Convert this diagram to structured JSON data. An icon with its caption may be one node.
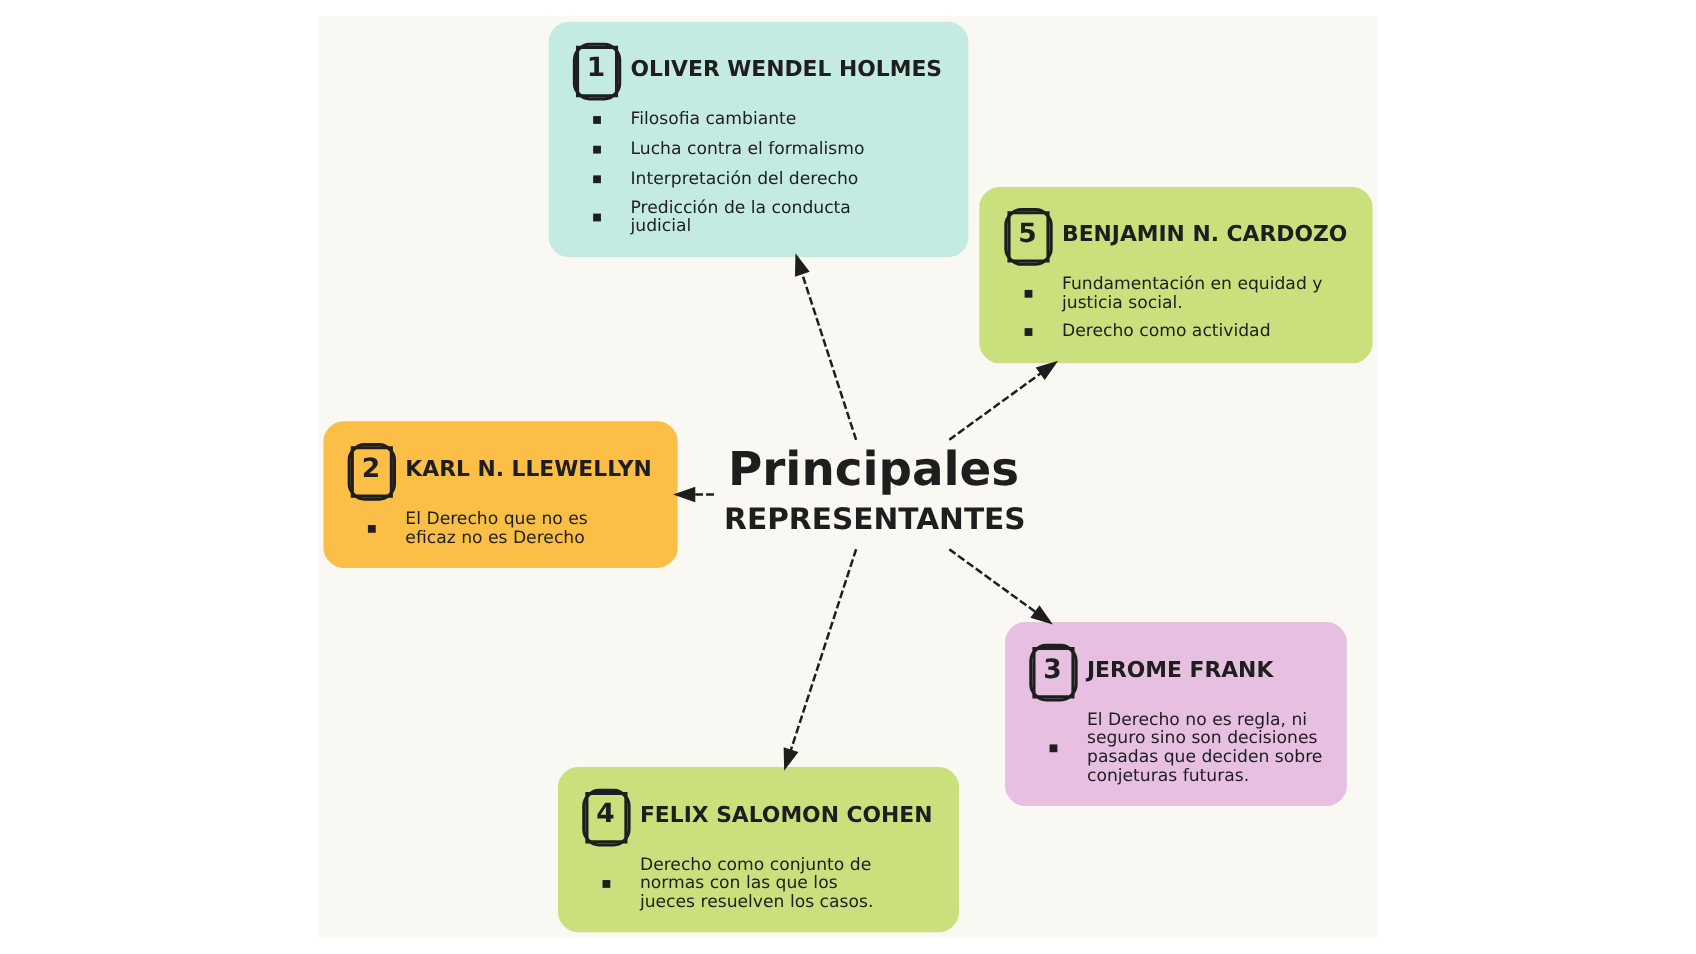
{
  "diagram": {
    "nodes": [
      {
        "text": [
          "1",
          "OLIVER WENDEL HOLMES",
          "Filosofia cambiante",
          "Lucha contra el formalismo",
          "Interpretación del derecho",
          "Predicción de la conducta judicial"
        ]
      },
      {
        "text": [
          "5",
          "BENJAMIN N. CARDOZO",
          "Fundamentación en equidad y justicia social.",
          "Derecho como actividad"
        ]
      },
      {
        "text": [
          "Principales",
          "REPRESENTANTES"
        ]
      },
      {
        "text": [
          "2",
          "KARL N. LLEWELLYN",
          "El Derecho que no es eficaz no es Derecho"
        ]
      },
      {
        "text": [
          "3",
          "JEROME FRANK",
          "El Derecho no es regla, ni seguro sino son decisiones pasadas que deciden sobre conjeturas futuras."
        ]
      },
      {
        "text": [
          "4",
          "FELIX SALOMON COHEN",
          "Derecho como conjunto de normas con las que los jueces resuelven los casos."
        ]
      }
    ],
    "edges": [
      {
        "from": 2,
        "to": 0,
        "arrow": "to",
        "style": "dashed"
      },
      {
        "from": 2,
        "to": 1,
        "arrow": "to",
        "style": "dashed"
      },
      {
        "from": 2,
        "to": 3,
        "arrow": "to",
        "style": "dashed"
      },
      {
        "from": 2,
        "to": 4,
        "arrow": "to",
        "style": "dashed"
      },
      {
        "from": 2,
        "to": 5,
        "arrow": "to",
        "style": "dashed"
      }
    ]
  }
}
